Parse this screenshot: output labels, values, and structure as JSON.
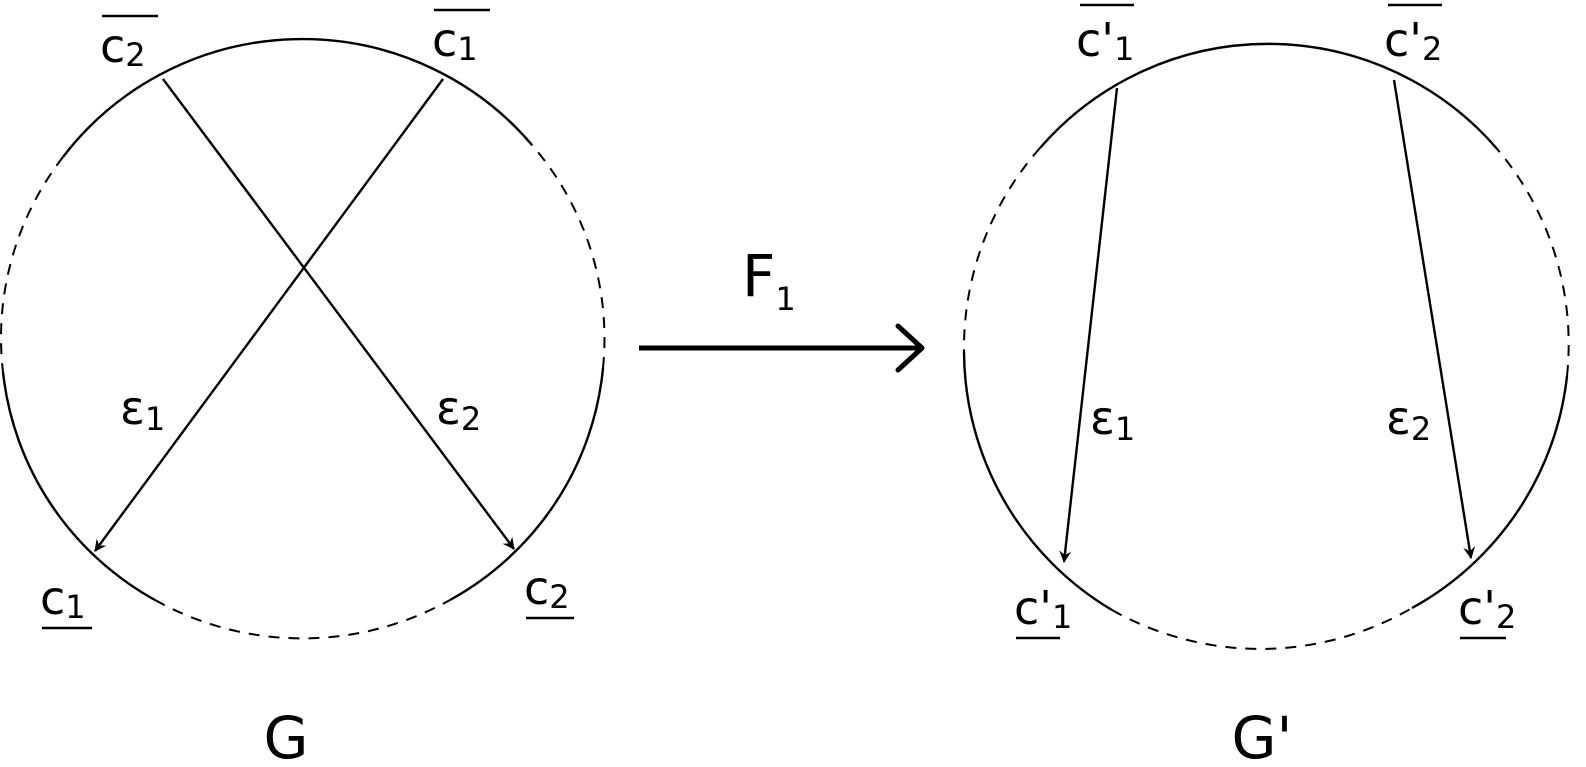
{
  "left_graph": {
    "name": "G",
    "top_left_base": "c",
    "top_left_sub": "2",
    "top_right_base": "c",
    "top_right_sub": "1",
    "bottom_left_base": "c",
    "bottom_left_sub": "1",
    "bottom_right_base": "c",
    "bottom_right_sub": "2",
    "edge1_base": "ε",
    "edge1_sub": "1",
    "edge2_base": "ε",
    "edge2_sub": "2"
  },
  "map": {
    "base": "F",
    "sub": "1"
  },
  "right_graph": {
    "name": "G'",
    "top_left_base": "c'",
    "top_left_sub": "1",
    "top_right_base": "c'",
    "top_right_sub": "2",
    "bottom_left_base": "c'",
    "bottom_left_sub": "1",
    "bottom_right_base": "c'",
    "bottom_right_sub": "2",
    "edge1_base": "ε",
    "edge1_sub": "1",
    "edge2_base": "ε",
    "edge2_sub": "2"
  }
}
